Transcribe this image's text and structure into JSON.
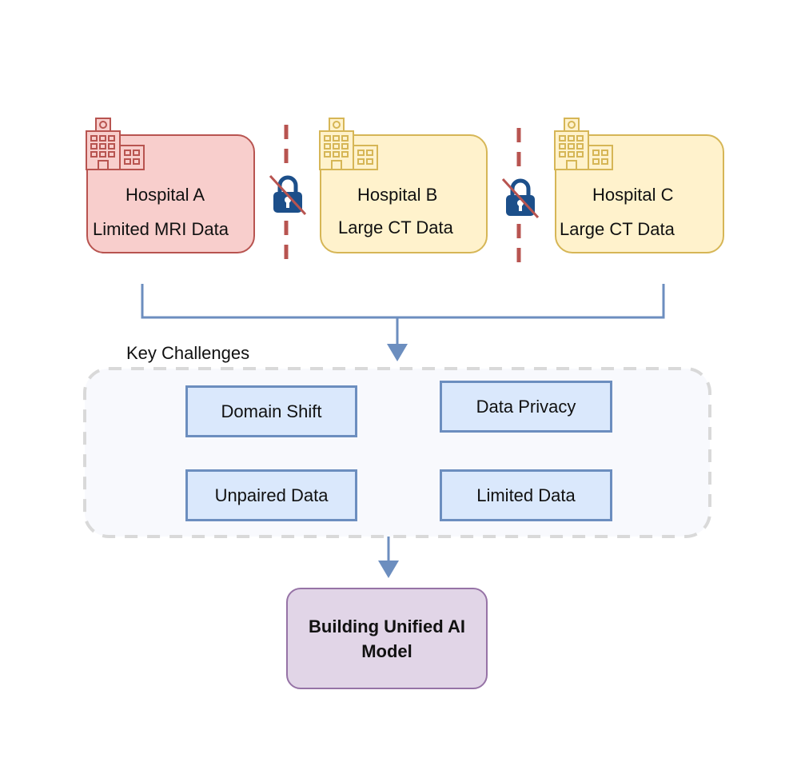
{
  "hospitals": [
    {
      "name": "Hospital A",
      "data": "Limited MRI Data"
    },
    {
      "name": "Hospital B",
      "data": "Large CT Data"
    },
    {
      "name": "Hospital C",
      "data": "Large CT Data"
    }
  ],
  "challenges": {
    "group_label": "Key Challenges",
    "items": [
      "Domain Shift",
      "Data Privacy",
      "Unpaired Data",
      "Limited Data"
    ]
  },
  "outcome": {
    "line1": "Building Unified AI",
    "line2": "Model"
  },
  "icons": {
    "hospital": "hospital-building-icon",
    "lock": "crossed-out-lock-icon"
  },
  "colors": {
    "hospital_a_fill": "#f8cecc",
    "hospital_a_stroke": "#b85450",
    "hospital_bc_fill": "#fff2cc",
    "hospital_bc_stroke": "#d6b656",
    "challenge_fill": "#dae8fc",
    "challenge_stroke": "#6c8ebf",
    "outcome_fill": "#e1d5e7",
    "outcome_stroke": "#9673a6",
    "connector": "#6c8ebf",
    "separator": "#b85450",
    "lock": "#1c4f8a"
  }
}
